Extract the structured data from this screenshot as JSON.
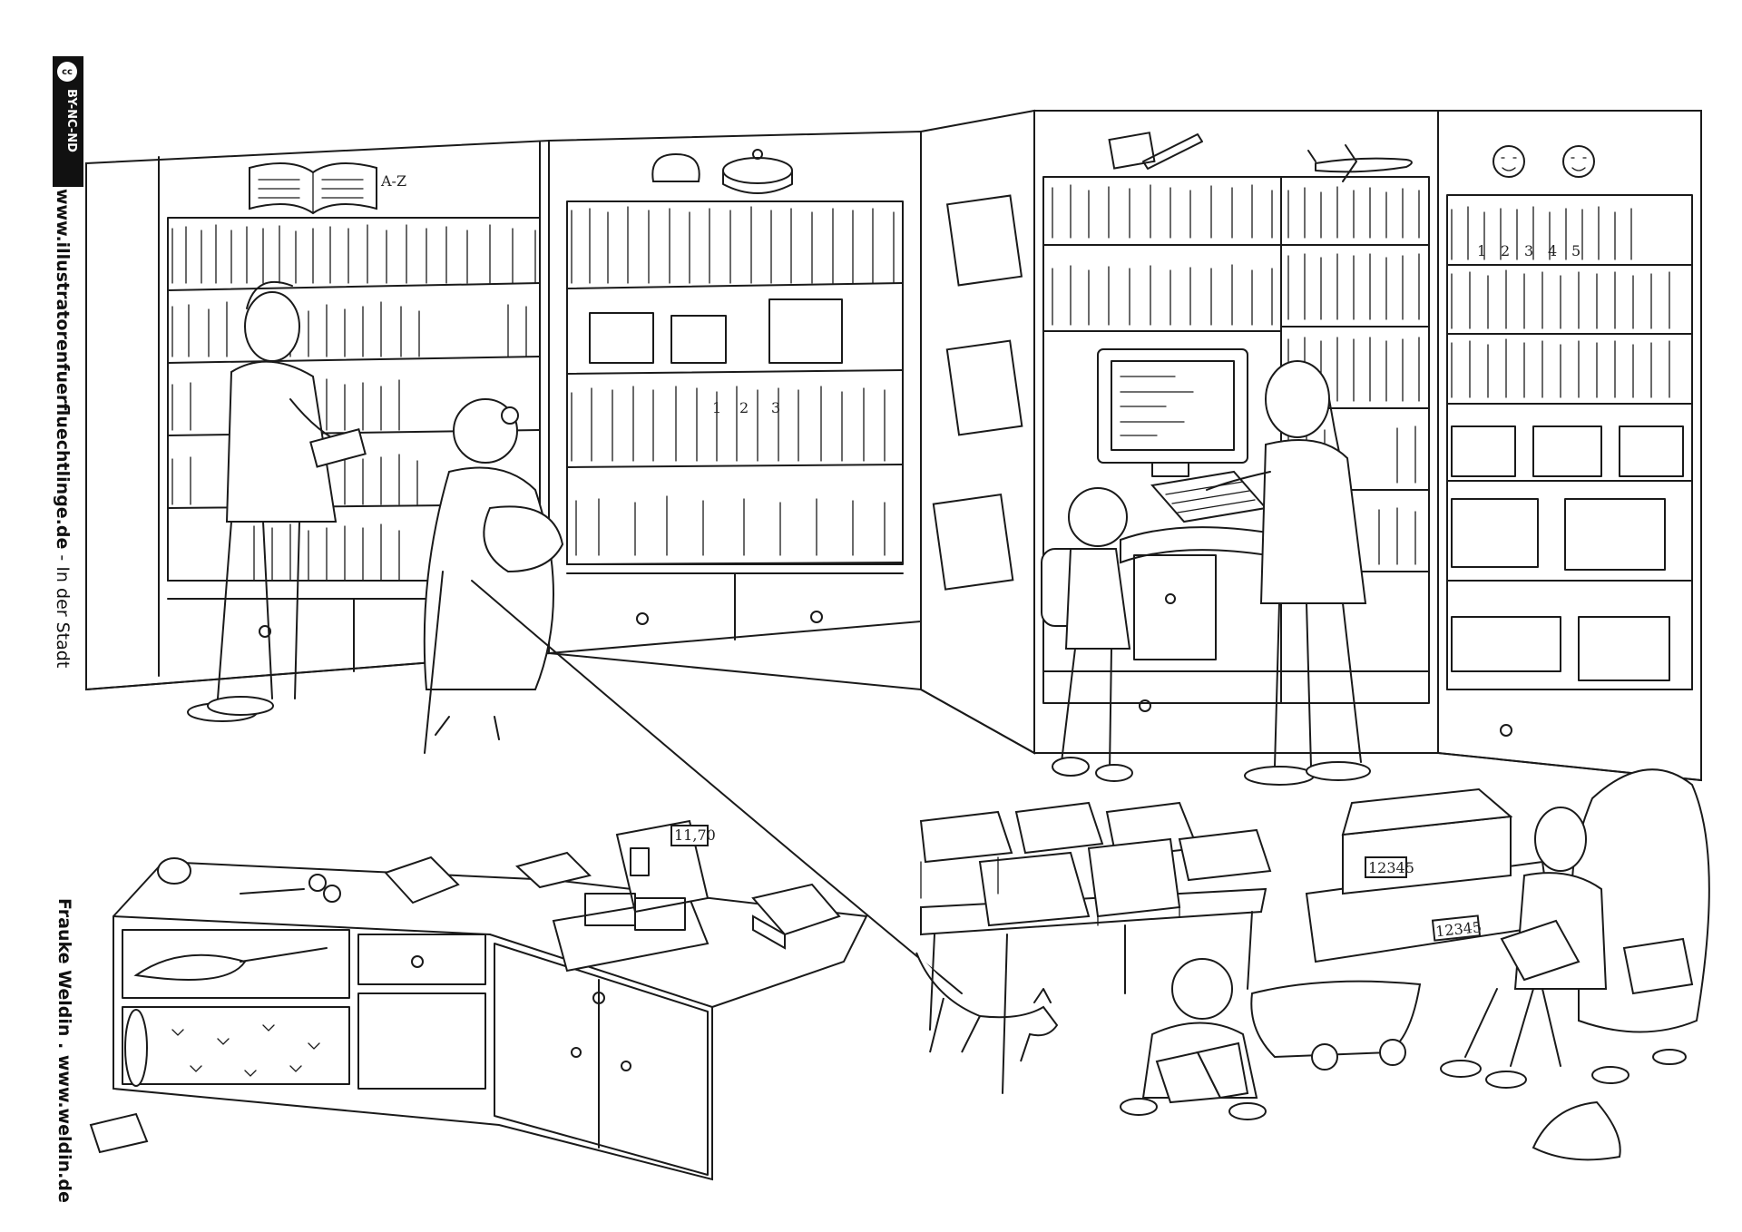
{
  "license_badge": {
    "symbol": "cc",
    "text": "BY-NC-ND"
  },
  "credits": {
    "website": "www.illustratorenfuerfluechtlinge.de",
    "separator": " - ",
    "topic": "In der Stadt",
    "author_line": "Frauke Weldin . www.weldin.de"
  },
  "shelf_signs": {
    "alphabet": "A-Z",
    "numbers": [
      "1",
      "2",
      "3"
    ],
    "kids_numbers": [
      "1",
      "2",
      "3",
      "4",
      "5"
    ],
    "cash_register_display": "11,70",
    "box_code_1": "12345",
    "box_code_2": "12345"
  },
  "icons": [
    "book-sign-icon",
    "cooking-sign-icon",
    "writing-sign-icon",
    "airplane-sign-icon",
    "kids-faces-sign-icon"
  ]
}
